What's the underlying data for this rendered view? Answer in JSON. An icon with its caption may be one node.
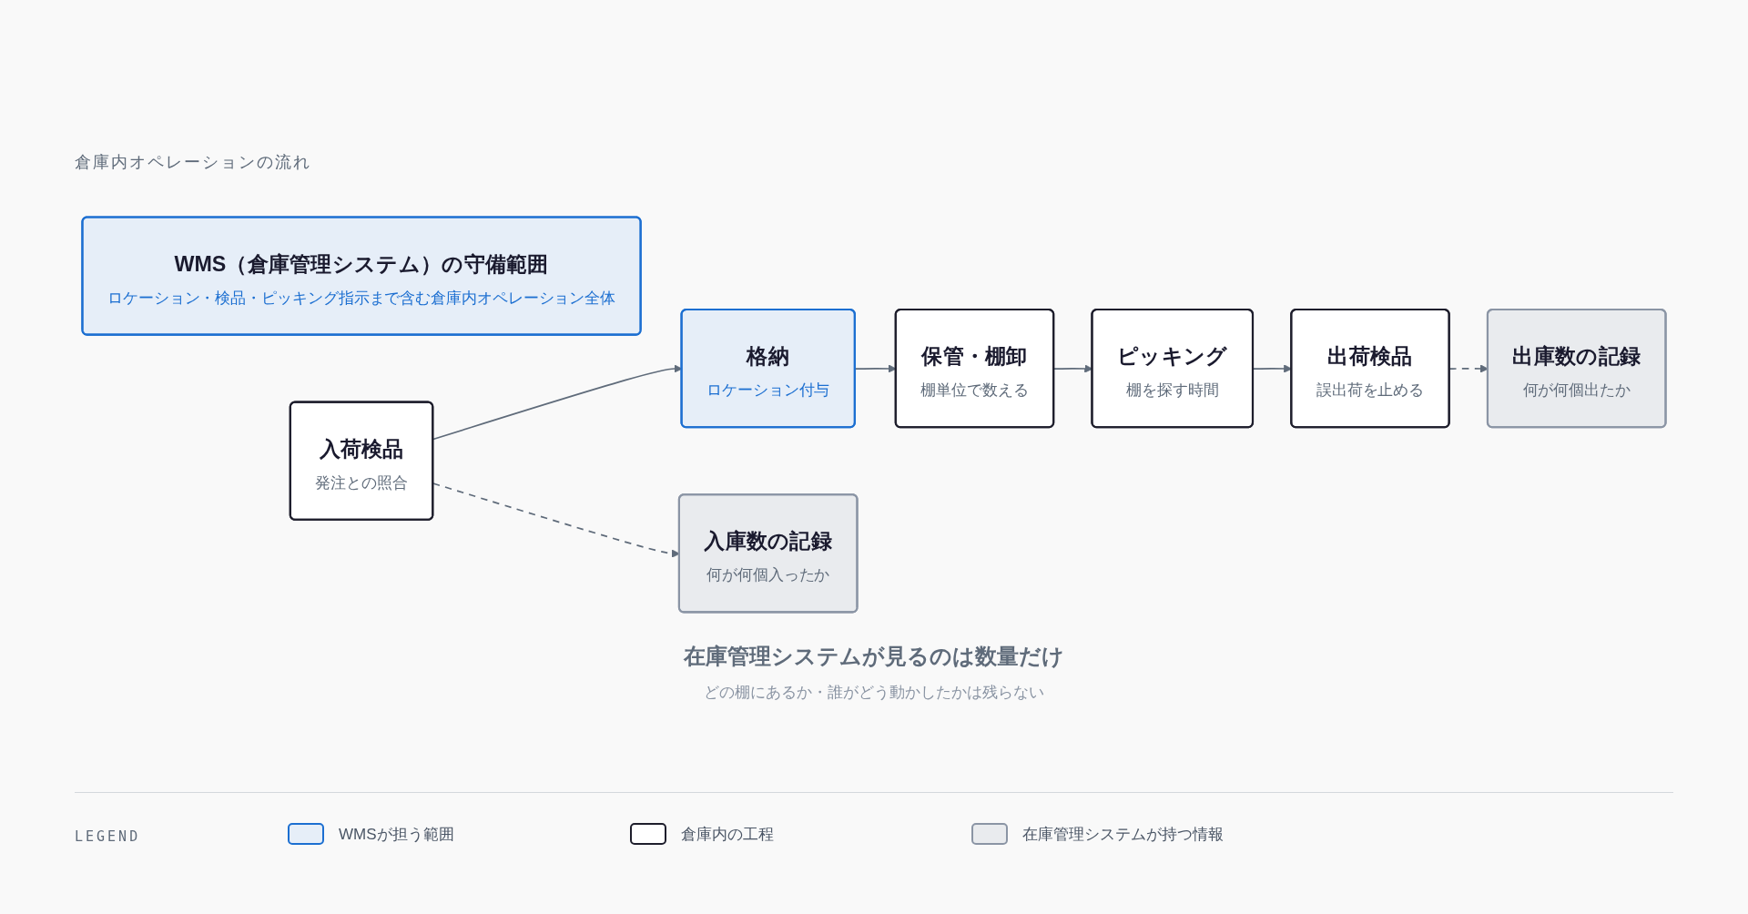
{
  "diagram": {
    "title": "倉庫内オペレーションの流れ",
    "nodes": [
      {
        "text": [
          "WMS（倉庫管理システム）の守備範囲",
          "ロケーション・検品・ピッキング指示まで含む倉庫内オペレーション全体"
        ]
      },
      {
        "text": [
          "入荷検品",
          "発注との照合"
        ]
      },
      {
        "text": [
          "格納",
          "ロケーション付与"
        ]
      },
      {
        "text": [
          "保管・棚卸",
          "棚単位で数える"
        ]
      },
      {
        "text": [
          "ピッキング",
          "棚を探す時間"
        ]
      },
      {
        "text": [
          "出荷検品",
          "誤出荷を止める"
        ]
      },
      {
        "text": [
          "入庫数の記録",
          "何が何個入ったか"
        ]
      },
      {
        "text": [
          "出庫数の記録",
          "何が何個出たか"
        ]
      }
    ],
    "edges": [
      {
        "from": 1,
        "to": 2,
        "arrow": "to"
      },
      {
        "from": 2,
        "to": 3,
        "arrow": "to"
      },
      {
        "from": 3,
        "to": 4,
        "arrow": "to"
      },
      {
        "from": 4,
        "to": 5,
        "arrow": "to"
      },
      {
        "from": 1,
        "to": 6,
        "arrow": "to",
        "style": "dashed"
      },
      {
        "from": 5,
        "to": 7,
        "arrow": "to",
        "style": "dashed"
      }
    ],
    "labels": [
      "在庫管理システムが見るのは数量だけ",
      "どの棚にあるか・誰がどう動かしたかは残らない",
      "LEGEND"
    ],
    "legend": [
      {
        "text": "WMSが担う範囲",
        "color": "#e6eef8"
      },
      {
        "text": "倉庫内の工程",
        "color": "#ffffff"
      },
      {
        "text": "在庫管理システムが持つ情報",
        "color": "#e9ebee"
      }
    ]
  }
}
